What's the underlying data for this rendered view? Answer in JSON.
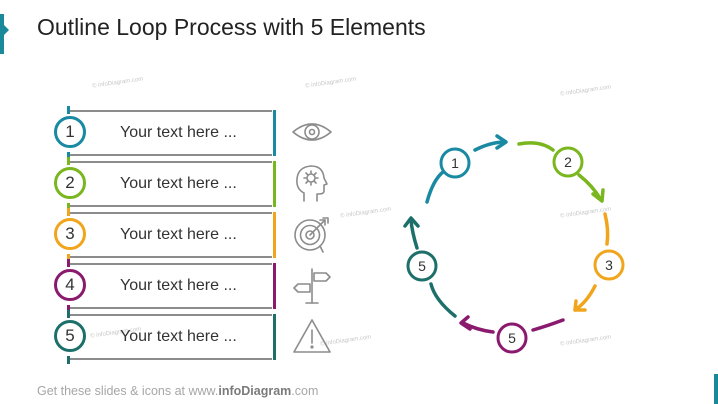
{
  "title": "Outline Loop Process with 5 Elements",
  "watermark": "© infoDiagram.com",
  "colors": {
    "teal": "#1a8aa3",
    "green": "#7ab61e",
    "orange": "#f0a51c",
    "purple": "#8a1a6e",
    "dark_teal": "#1d6f6a",
    "outline": "#8c8c8c"
  },
  "steps": [
    {
      "number": "1",
      "text": "Your text here ...",
      "color": "#1a8aa3",
      "icon": "eye-icon"
    },
    {
      "number": "2",
      "text": "Your text here ...",
      "color": "#7ab61e",
      "icon": "head-gear-icon"
    },
    {
      "number": "3",
      "text": "Your text here ...",
      "color": "#f0a51c",
      "icon": "target-arrow-icon"
    },
    {
      "number": "4",
      "text": "Your text here ...",
      "color": "#8a1a6e",
      "icon": "signpost-icon"
    },
    {
      "number": "5",
      "text": "Your text here ...",
      "color": "#1d6f6a",
      "icon": "warning-triangle-icon"
    }
  ],
  "cycle": [
    {
      "label": "1",
      "color": "#1a8aa3"
    },
    {
      "label": "2",
      "color": "#7ab61e"
    },
    {
      "label": "3",
      "color": "#f0a51c"
    },
    {
      "label": "5",
      "color": "#8a1a6e"
    },
    {
      "label": "5",
      "color": "#1d6f6a"
    }
  ],
  "footer": {
    "prefix": "Get these slides & icons at www.",
    "brand": "infoDiagram",
    "suffix": ".com"
  }
}
